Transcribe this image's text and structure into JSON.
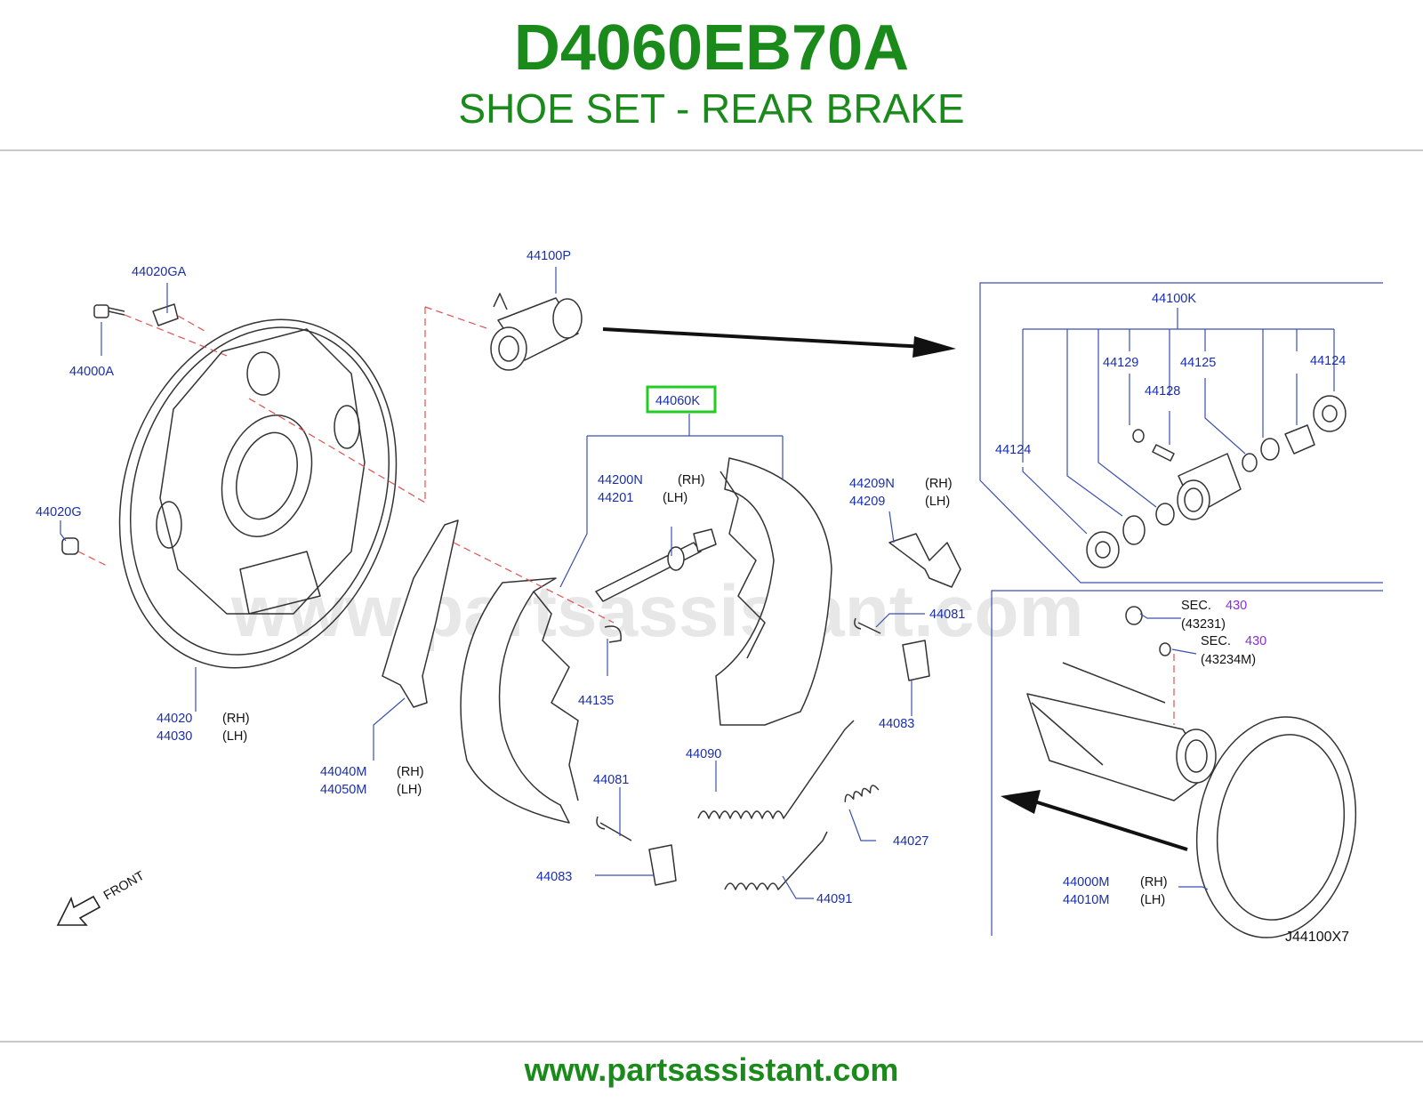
{
  "header": {
    "part_number": "D4060EB70A",
    "description": "SHOE SET - REAR BRAKE"
  },
  "footer": {
    "url": "www.partsassistant.com"
  },
  "diagram": {
    "watermark": "www.partsassistant.com",
    "highlight_color": "#22cc22",
    "callouts": {
      "p44020GA": "44020GA",
      "p44000A": "44000A",
      "p44020G": "44020G",
      "p44020": "44020",
      "p44030": "44030",
      "p44100P": "44100P",
      "p44060K": "44060K",
      "p44200N": "44200N",
      "p44201": "44201",
      "p44209N": "44209N",
      "p44209": "44209",
      "p44135": "44135",
      "p44040M": "44040M",
      "p44050M": "44050M",
      "p44081a": "44081",
      "p44083a": "44083",
      "p44090": "44090",
      "p44081b": "44081",
      "p44083b": "44083",
      "p44027": "44027",
      "p44091": "44091",
      "p44100K": "44100K",
      "p44129": "44129",
      "p44125": "44125",
      "p44124a": "44124",
      "p44128": "44128",
      "p44124b": "44124",
      "p44000M": "44000M",
      "p44010M": "44010M",
      "p43231": "(43231)",
      "p43234M": "(43234M)"
    },
    "side": {
      "rh": "(RH)",
      "lh": "(LH)"
    },
    "sec_label": "SEC.",
    "sec_ref": "430",
    "front_label": "FRONT",
    "drawing_code": "J44100X7"
  }
}
